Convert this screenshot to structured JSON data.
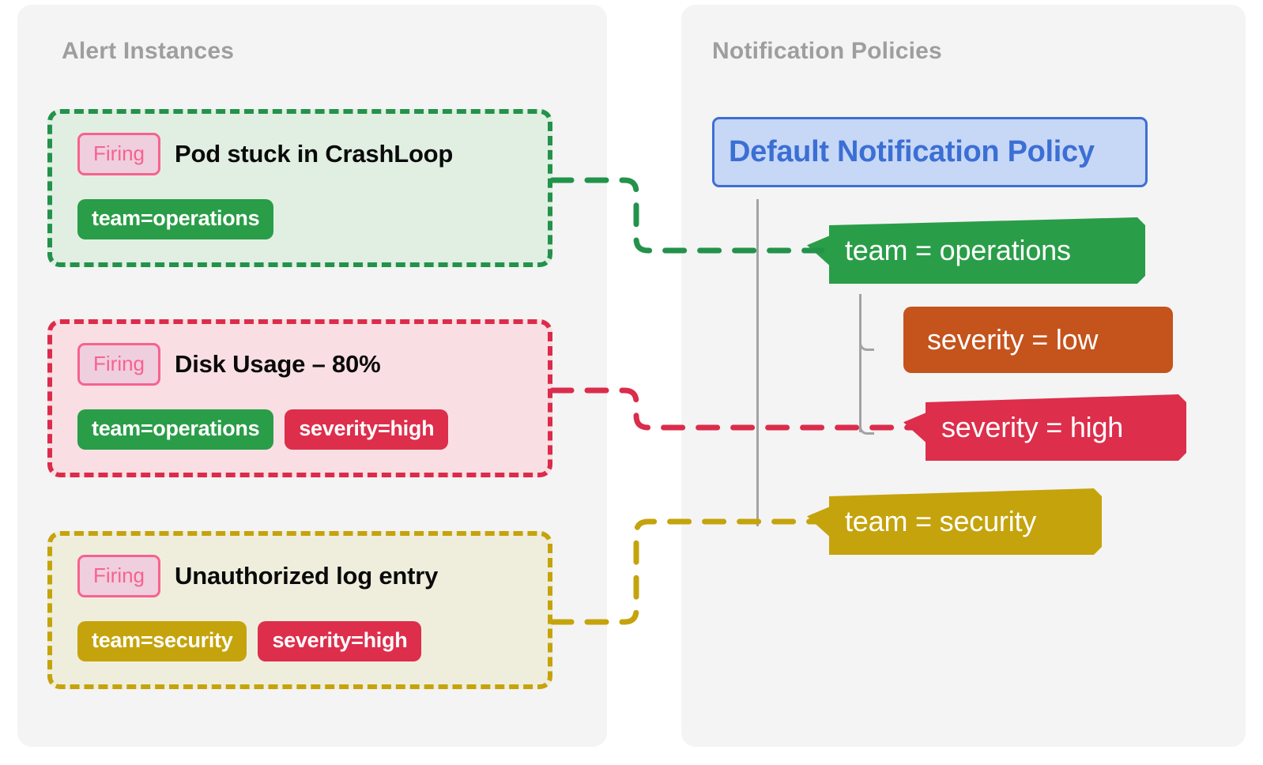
{
  "panels": {
    "alerts": {
      "title": "Alert Instances"
    },
    "policies": {
      "title": "Notification Policies"
    }
  },
  "colors": {
    "page_background": "#ffffff",
    "panel_background": "#f4f4f4",
    "panel_title": "#9e9e9e",
    "green": "#2a9d48",
    "green_border": "#23924a",
    "green_card_fill": "#e1efe3",
    "crimson": "#dd2e4c",
    "crimson_border": "#db2c4b",
    "crimson_card_fill": "#f9dfe3",
    "yellow": "#c5a30c",
    "yellow_card_fill": "#efeedd",
    "orange": "#c4531c",
    "policy_blue_text": "#3b6fd4",
    "policy_blue_fill": "#c7d7f6",
    "firing_pink": "#f7628f",
    "firing_pink_fill": "#efcede",
    "tree_line_gray": "#a3a3a3",
    "alert_title_text": "#0a0a0a"
  },
  "alert_instances": [
    {
      "status": "Firing",
      "title": "Pod stuck in CrashLoop",
      "labels": [
        {
          "text": "team=operations",
          "color": "green"
        }
      ],
      "accent": "green"
    },
    {
      "status": "Firing",
      "title": "Disk Usage – 80%",
      "labels": [
        {
          "text": "team=operations",
          "color": "green"
        },
        {
          "text": "severity=high",
          "color": "crimson"
        }
      ],
      "accent": "crimson"
    },
    {
      "status": "Firing",
      "title": "Unauthorized log entry",
      "labels": [
        {
          "text": "team=security",
          "color": "yellow"
        },
        {
          "text": "severity=high",
          "color": "crimson"
        }
      ],
      "accent": "yellow"
    }
  ],
  "notification_policies": {
    "root": {
      "label": "Default Notification Policy"
    },
    "matchers": [
      {
        "label": "team = operations",
        "color": "green",
        "depth": 1,
        "has_notch": true
      },
      {
        "label": "severity = low",
        "color": "orange",
        "depth": 2,
        "has_notch": false
      },
      {
        "label": "severity = high",
        "color": "crimson",
        "depth": 2,
        "has_notch": true
      },
      {
        "label": "team = security",
        "color": "yellow",
        "depth": 1,
        "has_notch": true
      }
    ]
  },
  "routing_links": [
    {
      "from": "Pod stuck in CrashLoop",
      "to": "team = operations",
      "color": "#23924a"
    },
    {
      "from": "Disk Usage – 80%",
      "to": "severity = high",
      "color": "#db2c4b"
    },
    {
      "from": "Unauthorized log entry",
      "to": "team = security",
      "color": "#c5a30c"
    }
  ]
}
